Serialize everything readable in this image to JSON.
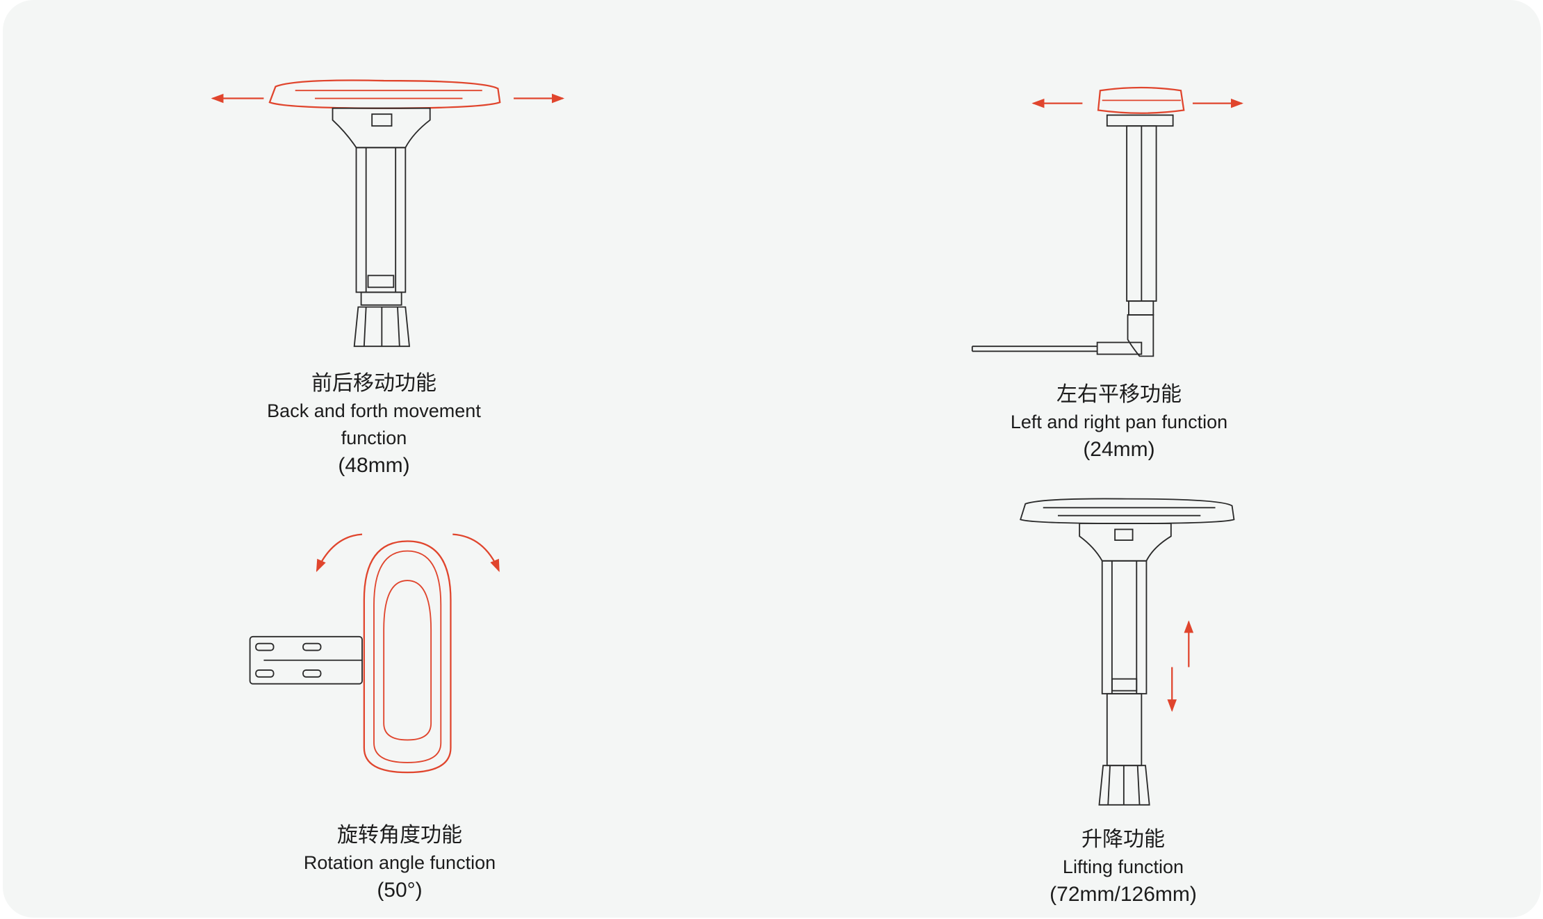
{
  "features": [
    {
      "title_cn": "前后移动功能",
      "title_en_line1": "Back and forth movement",
      "title_en_line2": "function",
      "value": "(48mm)"
    },
    {
      "title_cn": "左右平移功能",
      "title_en_line1": "Left and right pan function",
      "value": "(24mm)"
    },
    {
      "title_cn": "旋转角度功能",
      "title_en_line1": "Rotation angle function",
      "value": "(50°)"
    },
    {
      "title_cn": "升降功能",
      "title_en_line1": "Lifting function",
      "value": "(72mm/126mm)"
    }
  ],
  "colors": {
    "accent": "#e0452d",
    "line": "#2a2a2a",
    "background": "#f4f6f5"
  }
}
